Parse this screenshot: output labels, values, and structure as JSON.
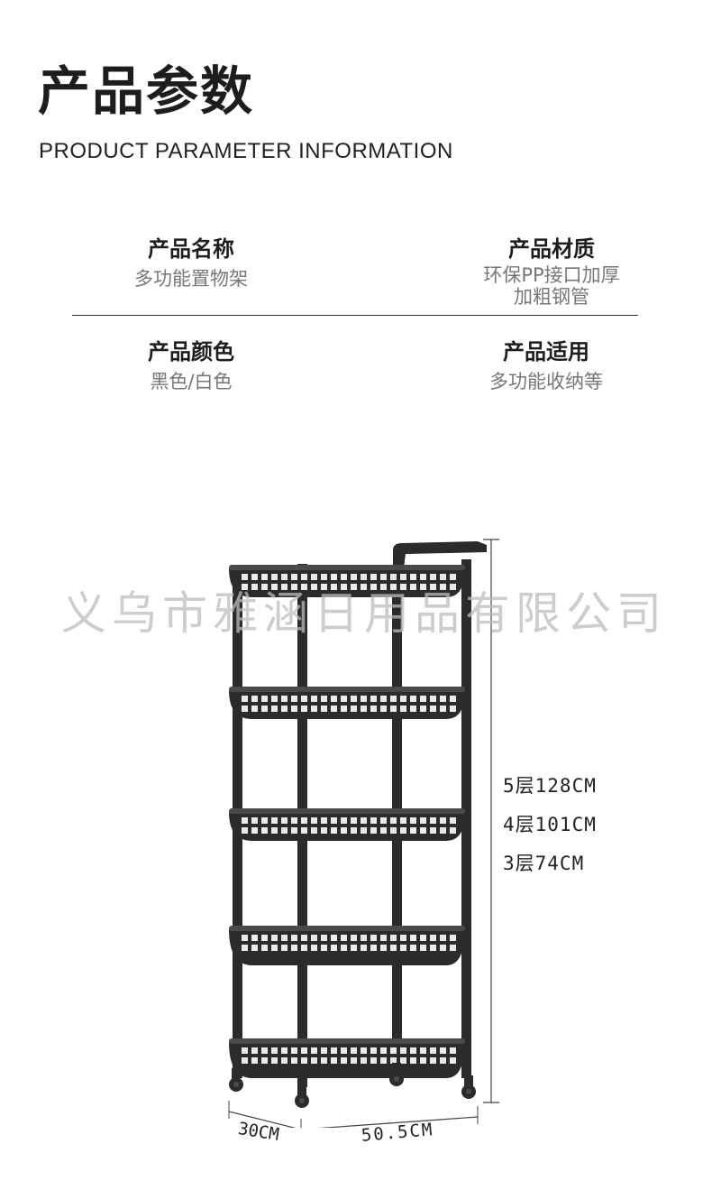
{
  "header": {
    "title_cn": "产品参数",
    "title_en": "PRODUCT PARAMETER INFORMATION"
  },
  "params": {
    "name": {
      "label": "产品名称",
      "value": "多功能置物架"
    },
    "material": {
      "label": "产品材质",
      "value_line1": "环保PP接口加厚",
      "value_line2": "加粗钢管"
    },
    "color": {
      "label": "产品颜色",
      "value": "黑色/白色"
    },
    "usage": {
      "label": "产品适用",
      "value": "多功能收纳等"
    }
  },
  "watermark": "义乌市雅涵日用品有限公司",
  "specs": {
    "tier5": "5层128CM",
    "tier4": "4层101CM",
    "tier3": "3层74CM"
  },
  "dimensions": {
    "depth": "30CM",
    "width": "50.5CM"
  },
  "colors": {
    "rack": "#2b2b2b",
    "rack_highlight": "#4a4a4a",
    "text_muted": "#777777"
  }
}
